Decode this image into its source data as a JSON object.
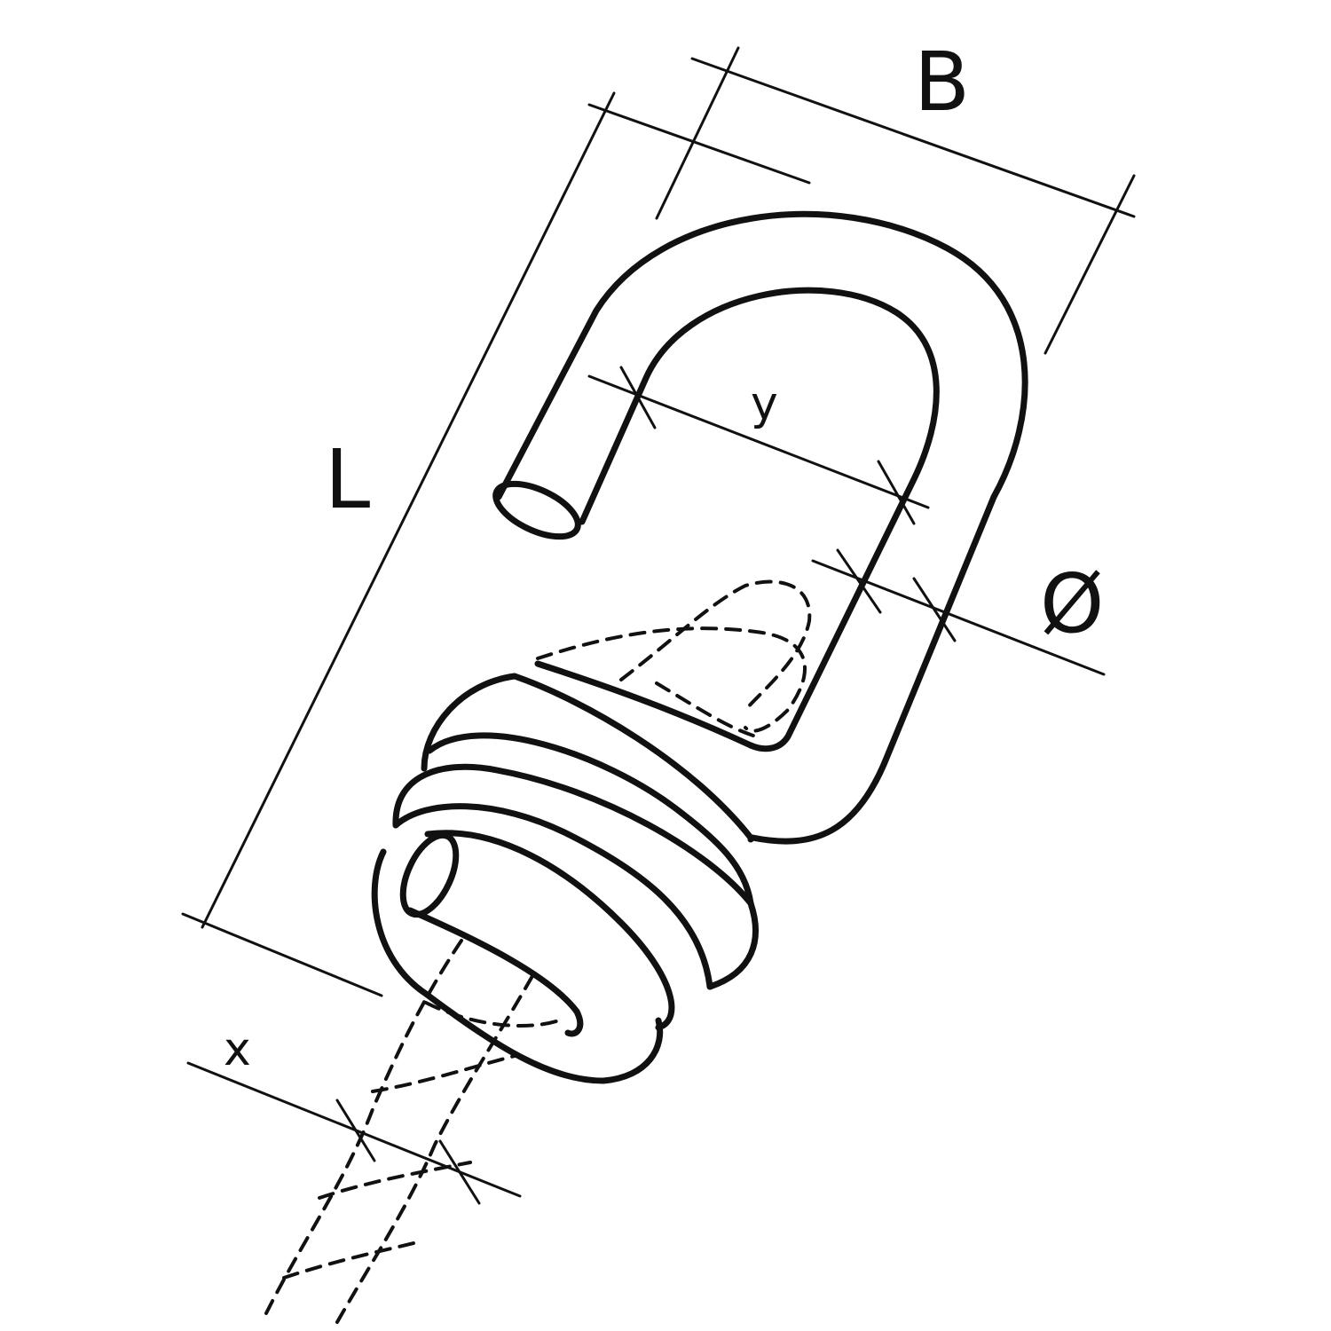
{
  "diagram": {
    "labels": {
      "length": "L",
      "width": "B",
      "opening": "y",
      "diameter": "Ø",
      "rope_size": "x"
    },
    "colors": {
      "line": "#111111",
      "background": "#ffffff"
    }
  }
}
